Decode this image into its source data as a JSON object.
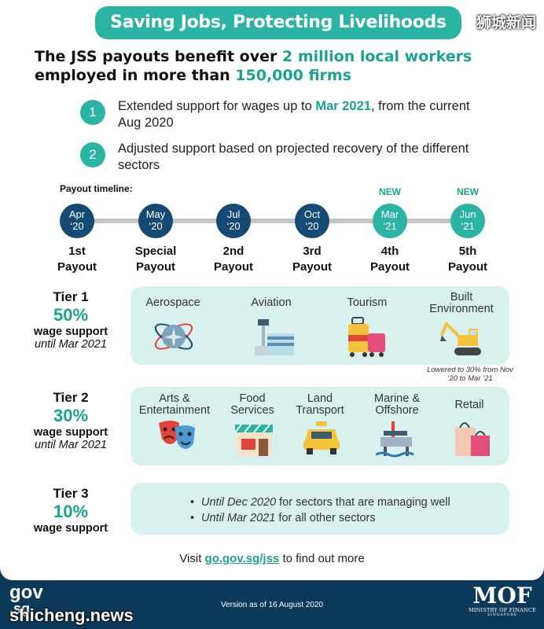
{
  "banner": {
    "title": "Saving Jobs, Protecting Livelihoods"
  },
  "watermark": {
    "cn": "狮城新闻",
    "site": "shicheng.news"
  },
  "headline": {
    "p1": "The JSS payouts benefit over ",
    "h1": "2 million local workers",
    "p2": "employed in more than ",
    "h2": "150,000 firms"
  },
  "points": [
    {
      "num": "1",
      "pre": "Extended support for wages up to ",
      "hl": "Mar 2021",
      "post": ", from the current Aug 2020"
    },
    {
      "num": "2",
      "text": "Adjusted support based on projected recovery of the different sectors"
    }
  ],
  "timeline": {
    "title": "Payout timeline:",
    "new_label": "NEW",
    "nodes": [
      {
        "month": "Apr",
        "year": "‘20",
        "label1": "1st",
        "label2": "Payout"
      },
      {
        "month": "May",
        "year": "‘20",
        "label1": "Special",
        "label2": "Payout"
      },
      {
        "month": "Jul",
        "year": "‘20",
        "label1": "2nd",
        "label2": "Payout"
      },
      {
        "month": "Oct",
        "year": "‘20",
        "label1": "3rd",
        "label2": "Payout"
      },
      {
        "month": "Mar",
        "year": "‘21",
        "label1": "4th",
        "label2": "Payout"
      },
      {
        "month": "Jun",
        "year": "‘21",
        "label1": "5th",
        "label2": "Payout"
      }
    ]
  },
  "tiers": [
    {
      "name": "Tier 1",
      "pct": "50%",
      "support": "wage support",
      "until": "until Mar 2021",
      "sectors": [
        "Aerospace",
        "Aviation",
        "Tourism",
        "Built Environment"
      ],
      "note": "Lowered to 30% from Nov ‘20 to Mar ‘21"
    },
    {
      "name": "Tier 2",
      "pct": "30%",
      "support": "wage support",
      "until": "until Mar 2021",
      "sectors": [
        "Arts & Entertainment",
        "Food Services",
        "Land Transport",
        "Marine & Offshore",
        "Retail"
      ]
    },
    {
      "name": "Tier 3",
      "pct": "10%",
      "support": "wage support",
      "bullets": [
        {
          "em": "Until Dec 2020",
          "rest": " for sectors that are managing well"
        },
        {
          "em": "Until Mar 2021",
          "rest": " for all other sectors"
        }
      ]
    }
  ],
  "footer": {
    "visit_pre": "Visit ",
    "visit_link": "go.gov.sg/jss",
    "visit_post": " to find out more",
    "version": "Version as of 16 August 2020",
    "gov_logo": "gov",
    "gov_logo_sub": ".sg",
    "mof_big": "MOF",
    "mof_small": "MINISTRY OF FINANCE",
    "mof_tiny": "SINGAPORE"
  },
  "colors": {
    "teal": "#2bb3a3",
    "navy": "#144a73",
    "panel": "#d9f1ee",
    "background": "#0d3a5a"
  }
}
